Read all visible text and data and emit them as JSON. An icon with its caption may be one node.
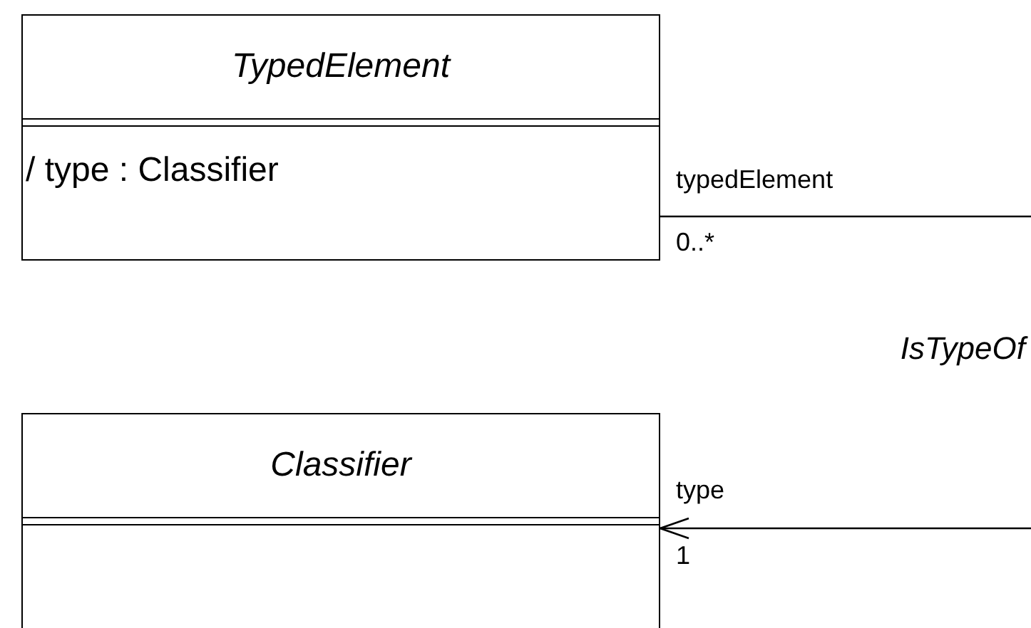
{
  "diagram": {
    "nodes": [
      {
        "text": [
          "TypedElement",
          "/ type : Classifier"
        ]
      },
      {
        "text": [
          "Classifier"
        ]
      }
    ],
    "edges": [
      {
        "from": 0,
        "to": 1,
        "arrow": "to",
        "label": "IsTypeOf"
      }
    ],
    "labels": [
      "typedElement",
      "0..*",
      "type",
      "1"
    ]
  }
}
